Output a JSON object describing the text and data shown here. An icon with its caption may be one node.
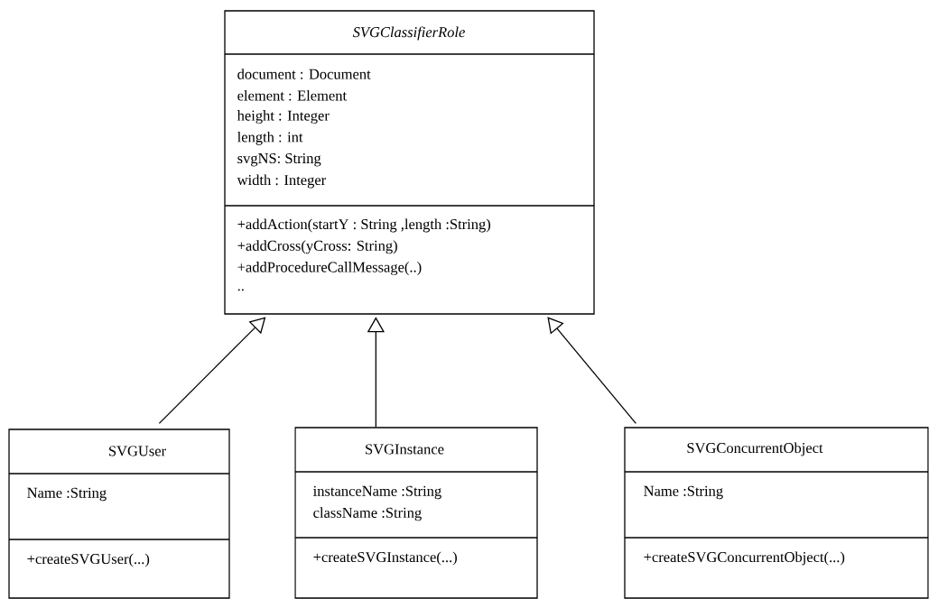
{
  "diagram": {
    "nodes": [
      {
        "text": [
          "SVGClassifierRole",
          "document : Document",
          "element : Element",
          "height : Integer",
          "length : int",
          "svgNS: String",
          "width : Integer",
          "+addAction(startY : String ,length :String)",
          "+addCross(yCross: String)",
          "+addProcedureCallMessage(..)",
          ".."
        ]
      },
      {
        "text": [
          "SVGUser",
          "Name :String",
          "+createSVGUser(...)"
        ]
      },
      {
        "text": [
          "SVGInstance",
          "instanceName :String",
          "className :String",
          "+createSVGInstance(...)"
        ]
      },
      {
        "text": [
          "SVGConcurrentObject",
          "Name :String",
          "+createSVGConcurrentObject(...)"
        ]
      }
    ],
    "edges": [
      {
        "from": 1,
        "to": 0,
        "arrow": "to"
      },
      {
        "from": 2,
        "to": 0,
        "arrow": "to"
      },
      {
        "from": 3,
        "to": 0,
        "arrow": "to"
      }
    ]
  }
}
